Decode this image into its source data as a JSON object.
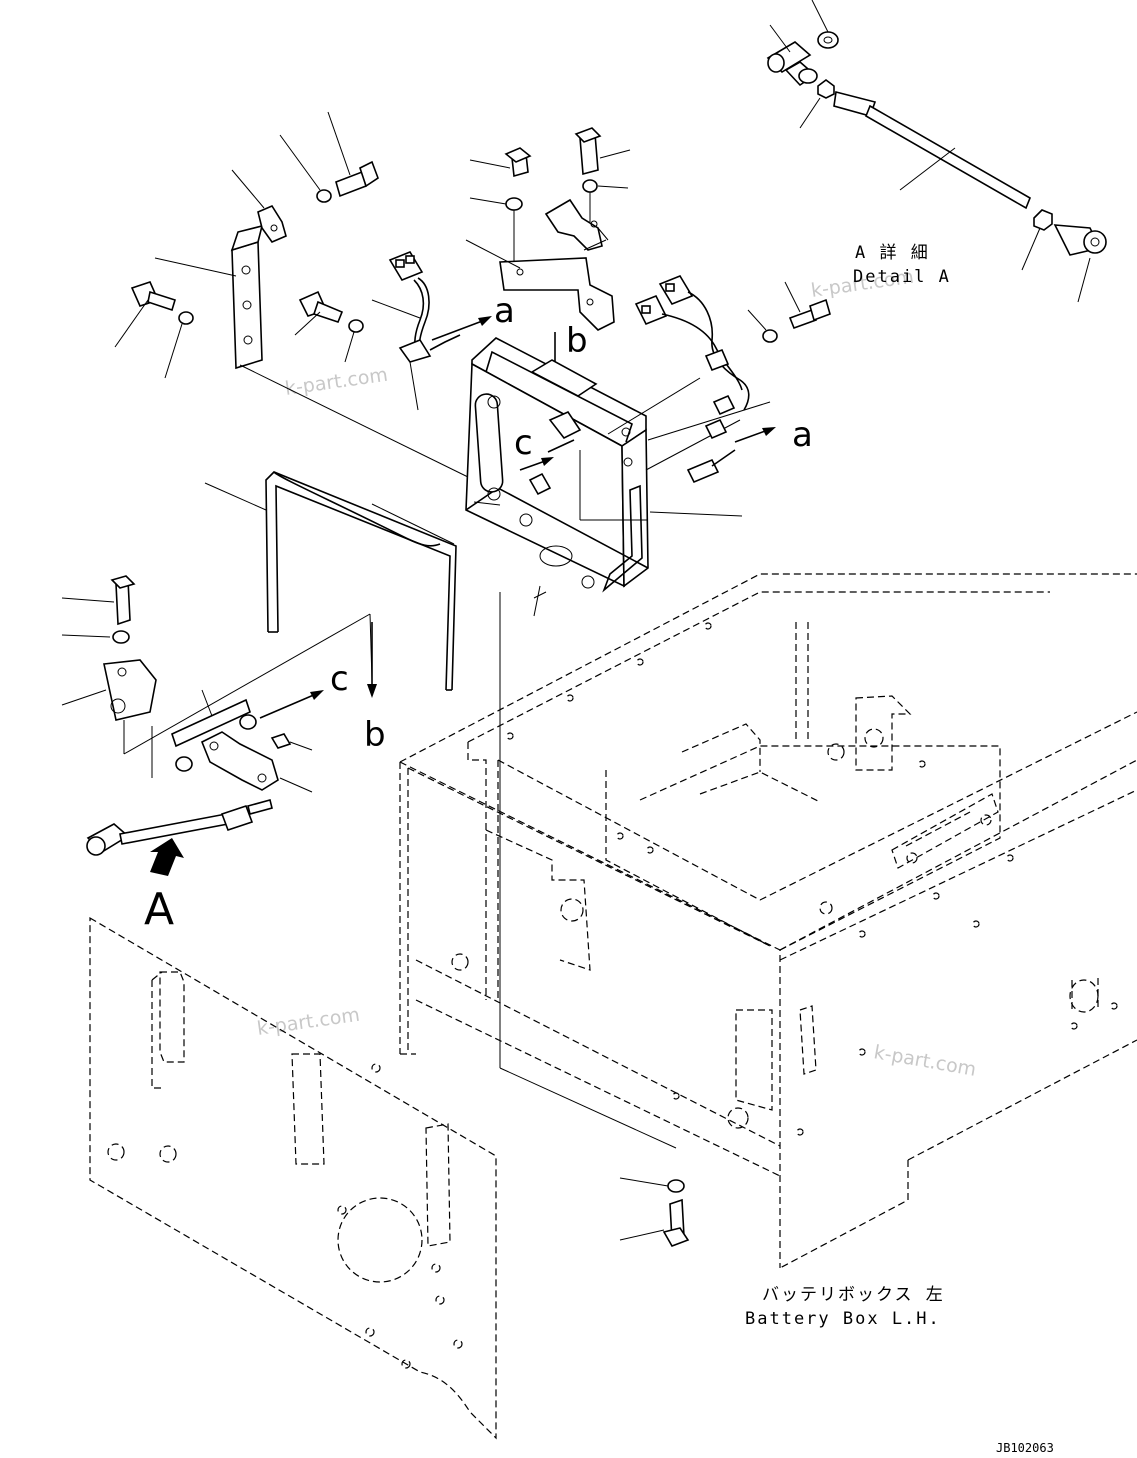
{
  "detail_label": {
    "jp": "A 詳 細",
    "en": "Detail A"
  },
  "callouts": {
    "a_top": "a",
    "b_top": "b",
    "c_left": "c",
    "a_right": "a",
    "c_lower": "c",
    "b_lower": "b",
    "view_a": "A"
  },
  "battery_box": {
    "jp": "バッテリボックス 左",
    "en": "Battery Box L.H."
  },
  "drawing_number": "JB102063",
  "watermarks": [
    "k-part.com",
    "k-part.com",
    "k-part.com",
    "k-part.com"
  ]
}
